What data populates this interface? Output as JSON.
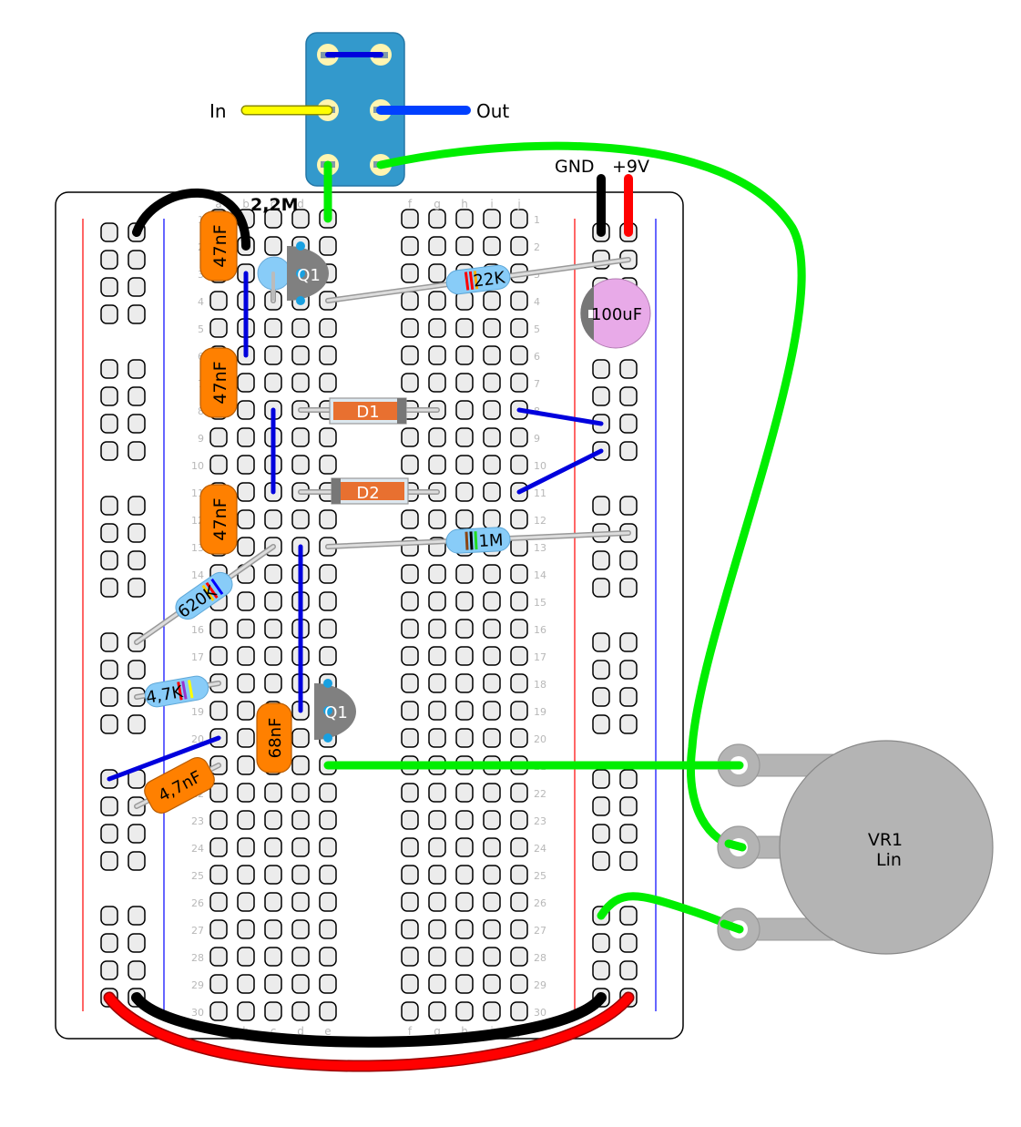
{
  "title": "Breadboard layout",
  "board": {
    "columns_left": [
      "a",
      "b",
      "c",
      "d",
      "e"
    ],
    "columns_right": [
      "f",
      "g",
      "h",
      "i",
      "j"
    ],
    "rows": 30
  },
  "colors": {
    "board_hole_fill": "#ececec",
    "rail_positive": "#ff0000",
    "rail_negative": "#0000ff",
    "switch_body": "#3399cc",
    "switch_lug": "#fff5b0",
    "wire_green": "#00ee00",
    "wire_blue": "#0000dd",
    "wire_yellow": "#ffff00",
    "wire_black": "#000000",
    "wire_red": "#ff0000",
    "cap_orange": "#ff8000",
    "resistor_body": "#88ccf8",
    "diode_body": "#e87030",
    "transistor": "#808080",
    "electrolytic": "#e8aae8",
    "pot": "#b4b4b4"
  },
  "switch": {
    "in_label": "In",
    "out_label": "Out"
  },
  "power": {
    "gnd_label": "GND",
    "v9_label": "+9V"
  },
  "components": {
    "r_2m2": "2,2M",
    "c1": "47nF",
    "c2": "47nF",
    "c3": "47nF",
    "q1_top": "Q1",
    "q1_bottom": "Q1",
    "r_22k": "22K",
    "c_100u": "100uF",
    "d1": "D1",
    "d2": "D2",
    "r_1m": "1M",
    "r_620k": "620K",
    "r_4k7": "4,7K",
    "c_68n": "68nF",
    "c_4n7": "4,7nF",
    "pot_name": "VR1",
    "pot_taper": "Lin"
  }
}
